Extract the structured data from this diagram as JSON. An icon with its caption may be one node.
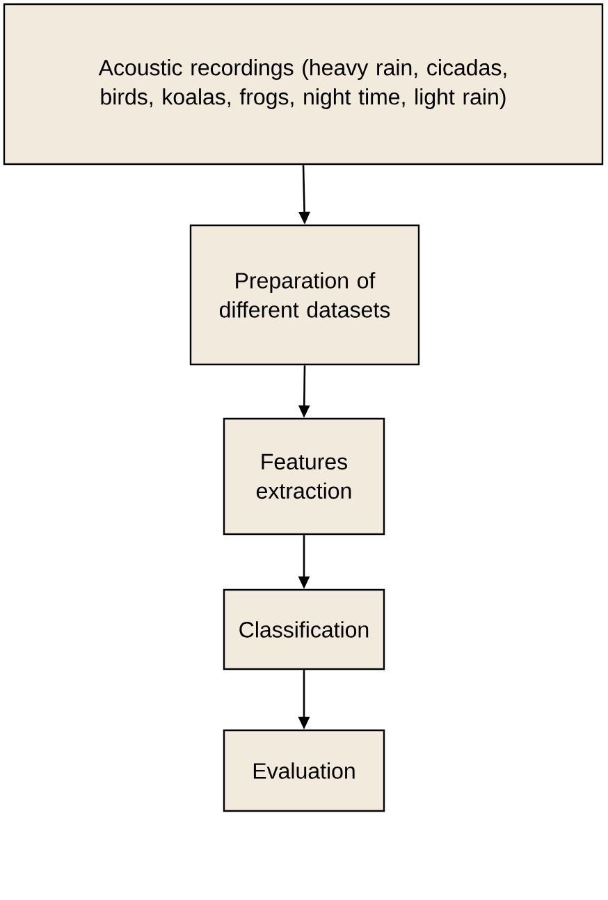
{
  "diagram": {
    "nodes": [
      {
        "text": [
          "Acoustic recordings (heavy rain, cicadas, birds, koalas, frogs, night time, light rain)"
        ]
      },
      {
        "text": [
          "Preparation of different datasets"
        ]
      },
      {
        "text": [
          "Features extraction"
        ]
      },
      {
        "text": [
          "Classification"
        ]
      },
      {
        "text": [
          "Evaluation"
        ]
      }
    ],
    "edges": [
      {
        "from": 0,
        "to": 1,
        "arrow": "to"
      },
      {
        "from": 1,
        "to": 2,
        "arrow": "to"
      },
      {
        "from": 2,
        "to": 3,
        "arrow": "to"
      },
      {
        "from": 3,
        "to": 4,
        "arrow": "to"
      }
    ]
  }
}
